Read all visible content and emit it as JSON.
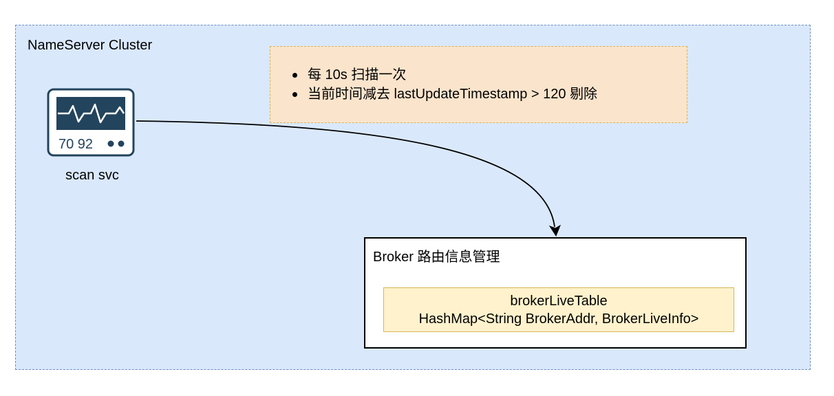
{
  "cluster": {
    "title": "NameServer Cluster"
  },
  "note": {
    "items": [
      "每 10s 扫描一次",
      "当前时间减去 lastUpdateTimestamp > 120 剔除"
    ]
  },
  "scan_service": {
    "icon": "monitor-icon",
    "icon_readout": "70 92",
    "label": "scan svc"
  },
  "broker_routing": {
    "title": "Broker 路由信息管理",
    "table": {
      "name": "brokerLiveTable",
      "type": "HashMap<String BrokerAddr, BrokerLiveInfo>"
    }
  },
  "colors": {
    "cluster_fill": "#dae8fc",
    "cluster_border": "#6c8ebf",
    "note_fill": "#fae4cc",
    "note_border": "#d6b656",
    "table_fill": "#fff2cc",
    "icon_dark": "#23445d"
  }
}
